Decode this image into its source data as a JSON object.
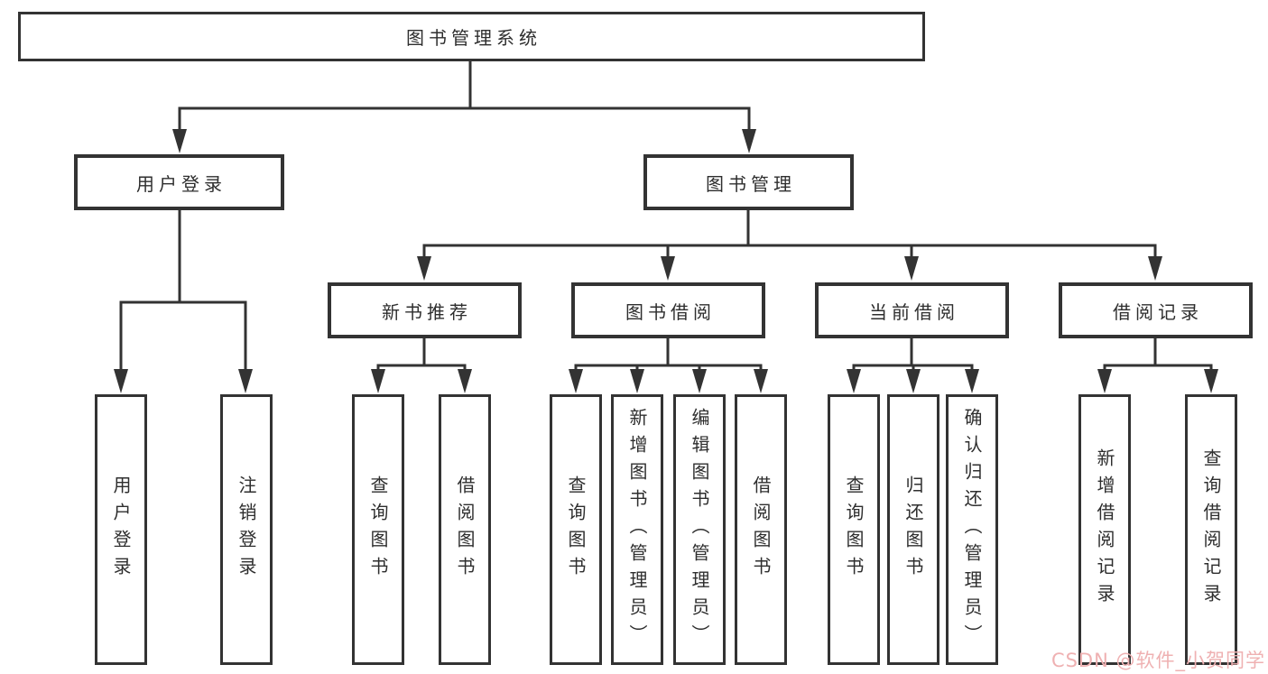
{
  "nodes": {
    "root": "图书管理系统",
    "level1": [
      "用户登录",
      "图书管理"
    ],
    "level2": [
      "新书推荐",
      "图书借阅",
      "当前借阅",
      "借阅记录"
    ],
    "leaves_user_login": [
      "用户登录",
      "注销登录"
    ],
    "leaves_new_book": [
      "查询图书",
      "借阅图书"
    ],
    "leaves_book_borrow": [
      "查询图书",
      "新增图书（管理员）",
      "编辑图书（管理员）",
      "借阅图书"
    ],
    "leaves_current_borrow": [
      "查询图书",
      "归还图书",
      "确认归还（管理员）"
    ],
    "leaves_borrow_record": [
      "新增借阅记录",
      "查询借阅记录"
    ]
  },
  "watermark": "CSDN @软件_小贺同学",
  "colors": {
    "line": "#333333",
    "box_border": "#333333",
    "text": "#2e2e2e",
    "watermark": "#efb1b2",
    "background": "#ffffff"
  }
}
